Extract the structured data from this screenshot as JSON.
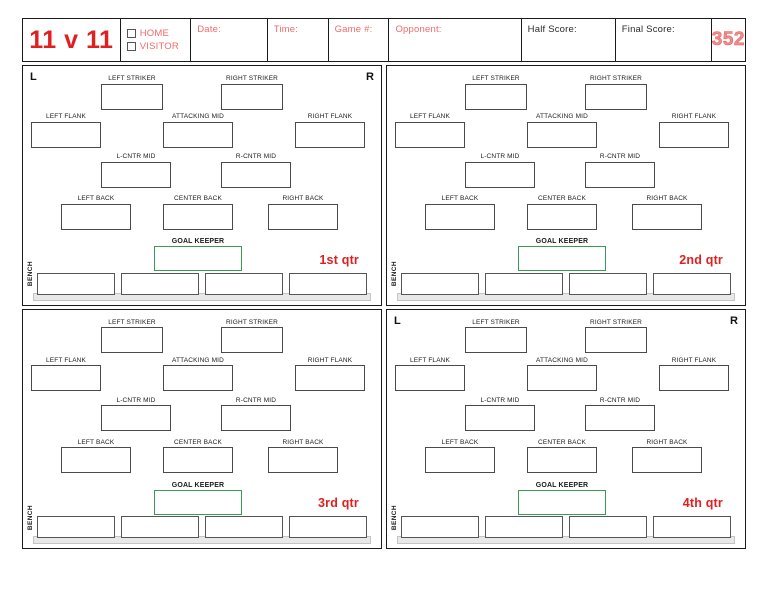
{
  "header": {
    "title": "11 v 11",
    "side": {
      "home_label": "HOME",
      "visitor_label": "VISITOR"
    },
    "date_label": "Date:",
    "time_label": "Time:",
    "game_label": "Game #:",
    "opponent_label": "Opponent:",
    "half_score_label": "Half Score:",
    "final_score_label": "Final Score:",
    "formation_badge": "352",
    "date_value": "",
    "time_value": "",
    "game_value": "",
    "opponent_value": "",
    "half_score_value": "",
    "final_score_value": ""
  },
  "colors": {
    "accent_red": "#e02020",
    "label_red": "#f26b6b",
    "badge_pink": "#f28b8b",
    "gk_green": "#3a9a55",
    "box_outline": "#4a4a4a",
    "bench_bar": "#e8e8e8"
  },
  "markers": {
    "left": "L",
    "right": "R"
  },
  "positions": {
    "left_striker": "LEFT STRIKER",
    "right_striker": "RIGHT STRIKER",
    "left_flank": "LEFT FLANK",
    "attacking_mid": "ATTACKING MID",
    "right_flank": "RIGHT FLANK",
    "l_cntr_mid": "L-CNTR MID",
    "r_cntr_mid": "R-CNTR MID",
    "left_back": "LEFT BACK",
    "center_back": "CENTER BACK",
    "right_back": "RIGHT BACK",
    "goal_keeper": "GOAL KEEPER"
  },
  "bench": {
    "label": "BENCH",
    "slot_count": 4
  },
  "panels": [
    {
      "id": "q1",
      "quarter_label": "1st qtr",
      "show_lr": true,
      "values": {
        "left_striker": "",
        "right_striker": "",
        "left_flank": "",
        "attacking_mid": "",
        "right_flank": "",
        "l_cntr_mid": "",
        "r_cntr_mid": "",
        "left_back": "",
        "center_back": "",
        "right_back": "",
        "goal_keeper": ""
      },
      "bench_values": [
        "",
        "",
        "",
        ""
      ]
    },
    {
      "id": "q2",
      "quarter_label": "2nd qtr",
      "show_lr": false,
      "values": {
        "left_striker": "",
        "right_striker": "",
        "left_flank": "",
        "attacking_mid": "",
        "right_flank": "",
        "l_cntr_mid": "",
        "r_cntr_mid": "",
        "left_back": "",
        "center_back": "",
        "right_back": "",
        "goal_keeper": ""
      },
      "bench_values": [
        "",
        "",
        "",
        ""
      ]
    },
    {
      "id": "q3",
      "quarter_label": "3rd qtr",
      "show_lr": false,
      "values": {
        "left_striker": "",
        "right_striker": "",
        "left_flank": "",
        "attacking_mid": "",
        "right_flank": "",
        "l_cntr_mid": "",
        "r_cntr_mid": "",
        "left_back": "",
        "center_back": "",
        "right_back": "",
        "goal_keeper": ""
      },
      "bench_values": [
        "",
        "",
        "",
        ""
      ]
    },
    {
      "id": "q4",
      "quarter_label": "4th qtr",
      "show_lr": true,
      "values": {
        "left_striker": "",
        "right_striker": "",
        "left_flank": "",
        "attacking_mid": "",
        "right_flank": "",
        "l_cntr_mid": "",
        "r_cntr_mid": "",
        "left_back": "",
        "center_back": "",
        "right_back": "",
        "goal_keeper": ""
      },
      "bench_values": [
        "",
        "",
        "",
        ""
      ]
    }
  ]
}
